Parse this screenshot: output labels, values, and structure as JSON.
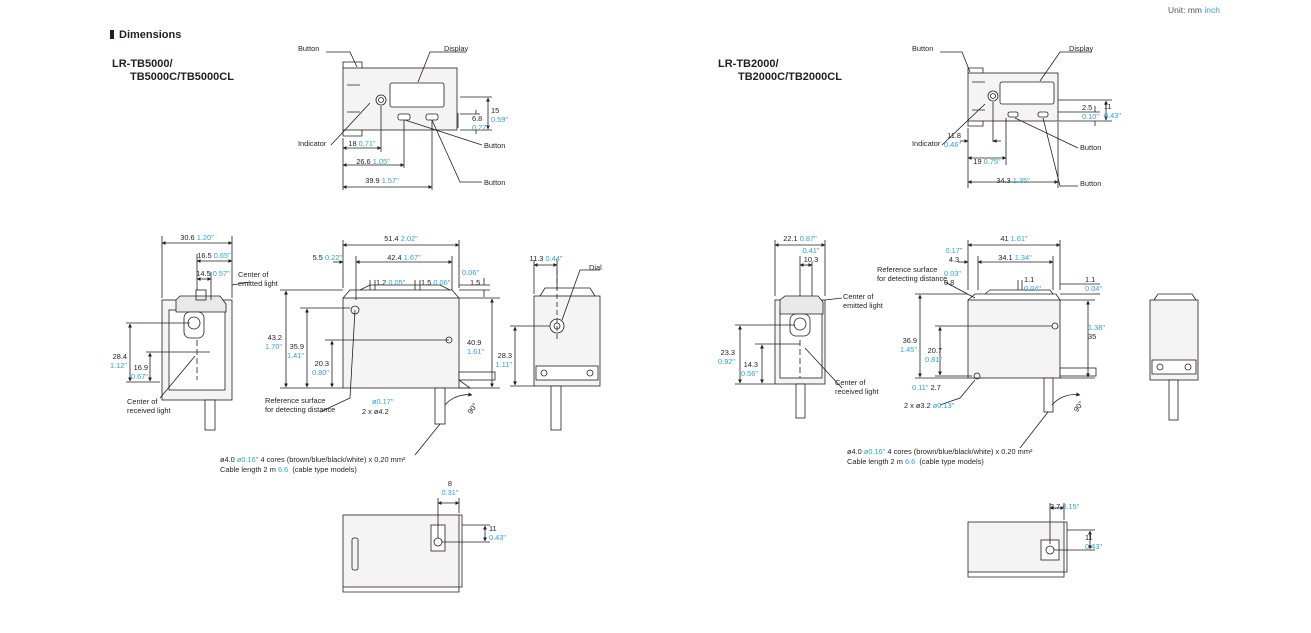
{
  "unit": {
    "prefix": "Unit: mm",
    "suffix": "inch"
  },
  "section_title": "Dimensions",
  "left": {
    "model_line1": "LR-TB5000/",
    "model_line2": "TB5000C/TB5000CL",
    "top_view": {
      "button": "Button",
      "display": "Display",
      "indicator": "Indicator",
      "button_b": "Button",
      "button_c": "Button",
      "d18": "18",
      "d18i": "0.71\"",
      "d266": "26.6",
      "d266i": "1.05\"",
      "d399": "39.9",
      "d399i": "1.57\"",
      "d15": "15",
      "d15i": "0.59\"",
      "d68": "6.8",
      "d68i": "0.27\""
    },
    "front_view": {
      "d306": "30.6",
      "d306i": "1.20\"",
      "d165": "16.5",
      "d165i": "0.65\"",
      "d145": "14.5",
      "d145i": "0.57\"",
      "emitted": [
        "Center of",
        "emitted light"
      ],
      "d284": "28.4",
      "d284i": "1.12\"",
      "d169": "16.9",
      "d169i": "0.67\"",
      "received": [
        "Center of",
        "received light"
      ]
    },
    "side_view": {
      "d514": "51.4",
      "d514i": "2.02\"",
      "d55": "5.5",
      "d55i": "0.22\"",
      "d424": "42.4",
      "d424i": "1.67\"",
      "d12": "1.2",
      "d12i": "0.05\"",
      "d15b": "1.5",
      "d15bi": "0.06\"",
      "d006i": "0.06\"",
      "d15c": "1.5",
      "d432": "43.2",
      "d432i": "1.70\"",
      "d359": "35.9",
      "d359i": "1.41\"",
      "d203": "20.3",
      "d203i": "0.80\"",
      "d409": "40.9",
      "d409i": "1.61\"",
      "ref": [
        "Reference surface",
        "for detecting distance"
      ],
      "d017i": "ø0.17\"",
      "hole": "2 x ø4.2",
      "angle": "90°"
    },
    "rear_view": {
      "d113": "11.3",
      "d113i": "0.44\"",
      "dial": "Dial",
      "d283": "28.3",
      "d283i": "1.11\""
    },
    "cable": {
      "line1a": "ø4.0",
      "line1i": "ø0.16\"",
      "line1b": "4 cores (brown/blue/black/white) x 0.20 mm²",
      "line2a": "Cable length 2 m",
      "line2i": "6.6",
      "line2b": "(cable type models)"
    },
    "bottom_view": {
      "d8": "8",
      "d8i": "0.31\"",
      "d11": "11",
      "d11i": "0.43\""
    }
  },
  "right": {
    "model_line1": "LR-TB2000/",
    "model_line2": "TB2000C/TB2000CL",
    "top_view": {
      "button": "Button",
      "display": "Display",
      "indicator": "Indicator",
      "button_b": "Button",
      "button_c": "Button",
      "d25": "2.5",
      "d25i": "0.10\"",
      "d11": "11",
      "d11i": "0.43\"",
      "d118": "11.8",
      "d118i": "0.46\"",
      "d19": "19",
      "d19i": "0.75\"",
      "d343": "34.3",
      "d343i": "1.35\""
    },
    "front_view": {
      "d221": "22.1",
      "d221i": "0.87\"",
      "d041i": "0.41\"",
      "d103": "10.3",
      "emitted": [
        "Center of",
        "emitted light"
      ],
      "d233": "23.3",
      "d233i": "0.92\"",
      "d143": "14.3",
      "d143i": "0.56\"",
      "received": [
        "Center of",
        "received light"
      ]
    },
    "side_view": {
      "d017i": "0.17\"",
      "d43": "4.3",
      "d41": "41",
      "d41i": "1.61\"",
      "d341": "34.1",
      "d341i": "1.34\"",
      "ref": [
        "Reference surface",
        "for detecting distance"
      ],
      "d003i": "0.03\"",
      "d08": "0.8",
      "d11a": "1.1",
      "d11ai": "0.04\"",
      "d11b": "1.1",
      "d11bi": "0.04\"",
      "d369": "36.9",
      "d369i": "1.45\"",
      "d207": "20.7",
      "d207i": "0.81\"",
      "d011i": "0.11\"",
      "d27": "2.7",
      "d138i": "1.38\"",
      "d35": "35",
      "hole_a": "2 x ø3.2",
      "hole_i": "ø0.13\"",
      "angle": "90°"
    },
    "cable": {
      "line1a": "ø4.0",
      "line1i": "ø0.16\"",
      "line1b": "4 cores (brown/blue/black/white) x 0.20 mm²",
      "line2a": "Cable length 2 m",
      "line2i": "6.6",
      "line2b": "(cable type models)"
    },
    "bottom_view": {
      "d37": "3.7",
      "d37i": "0.15\"",
      "d11": "11",
      "d11i": "0.43\""
    }
  },
  "colors": {
    "ink": "#231f20",
    "inch": "#2ea3d4",
    "housing": "#f4f4f4",
    "body": "#e9e9e9"
  }
}
